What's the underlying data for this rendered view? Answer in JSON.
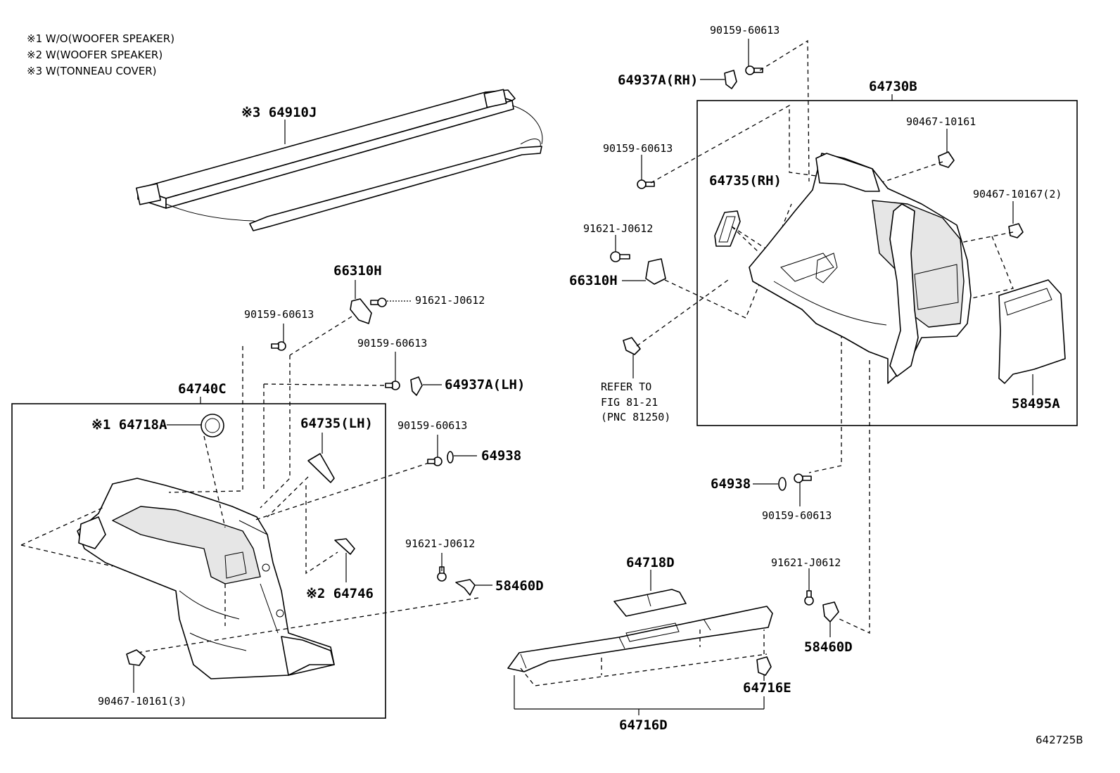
{
  "notes": [
    "※1 W/O(WOOFER SPEAKER)",
    "※2 W(WOOFER SPEAKER)",
    "※3 W(TONNEAU COVER)"
  ],
  "labels": {
    "p64910J": "※3 64910J",
    "p66310H_l": "66310H",
    "p91621_l1": "91621-J0612",
    "p90159_l1": "90159-60613",
    "p90159_l2": "90159-60613",
    "p64937A_lh": "64937A(LH)",
    "p64740C": "64740C",
    "p64718A": "※1 64718A",
    "p64735_lh": "64735(LH)",
    "p90159_l3": "90159-60613",
    "p64938_l": "64938",
    "p64746": "※2 64746",
    "p91621_l2": "91621-J0612",
    "p58460D_l": "58460D",
    "p90467_l": "90467-10161(3)",
    "p90159_top": "90159-60613",
    "p64937A_rh": "64937A(RH)",
    "p64730B": "64730B",
    "p90159_mid": "90159-60613",
    "p90467_r1": "90467-10161",
    "p64735_rh": "64735(RH)",
    "p90467_r2": "90467-10167(2)",
    "p91621_mid": "91621-J0612",
    "p66310H_r": "66310H",
    "refer1": "REFER TO",
    "refer2": "FIG 81-21",
    "refer3": "(PNC 81250)",
    "p58495A": "58495A",
    "p64938_r": "64938",
    "p90159_r": "90159-60613",
    "p91621_r": "91621-J0612",
    "p58460D_r": "58460D",
    "p64718D": "64718D",
    "p64716E": "64716E",
    "p64716D": "64716D",
    "figure_code": "642725B"
  }
}
